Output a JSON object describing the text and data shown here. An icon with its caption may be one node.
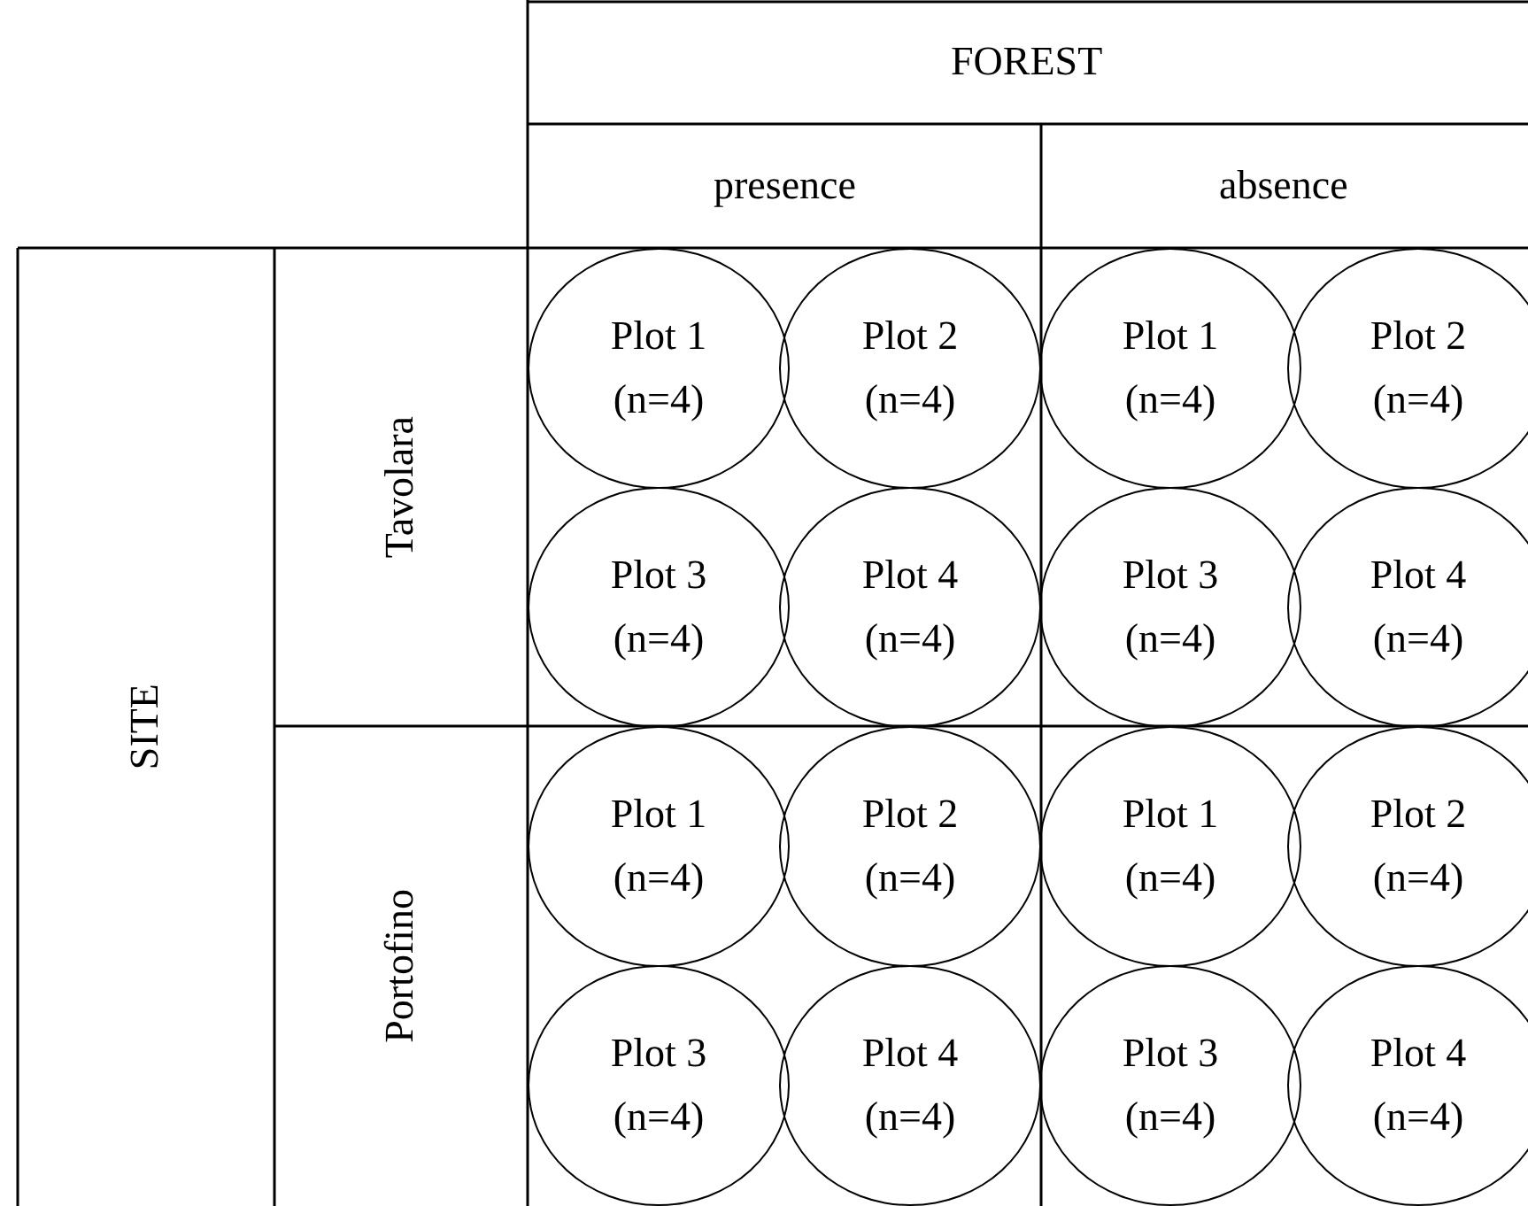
{
  "diagram": {
    "nodes": [
      {
        "text": [
          "Plot 1 (n=4)"
        ]
      },
      {
        "text": [
          "Plot 2 (n=4)"
        ]
      },
      {
        "text": [
          "Plot 1 (n=4)"
        ]
      },
      {
        "text": [
          "Plot 2 (n=4)"
        ]
      },
      {
        "text": [
          "Plot 3 (n=4)"
        ]
      },
      {
        "text": [
          "Plot 4 (n=4)"
        ]
      },
      {
        "text": [
          "Plot 3 (n=4)"
        ]
      },
      {
        "text": [
          "Plot 4 (n=4)"
        ]
      },
      {
        "text": [
          "Plot 1 (n=4)"
        ]
      },
      {
        "text": [
          "Plot 2 (n=4)"
        ]
      },
      {
        "text": [
          "Plot 1 (n=4)"
        ]
      },
      {
        "text": [
          "Plot 2 (n=4)"
        ]
      },
      {
        "text": [
          "Plot 3 (n=4)"
        ]
      },
      {
        "text": [
          "Plot 4 (n=4)"
        ]
      },
      {
        "text": [
          "Plot 3 (n=4)"
        ]
      },
      {
        "text": [
          "Plot 4 (n=4)"
        ]
      }
    ],
    "labels": [
      "FOREST",
      "presence",
      "absence",
      "SITE",
      "Tavolara",
      "Portofino"
    ]
  }
}
